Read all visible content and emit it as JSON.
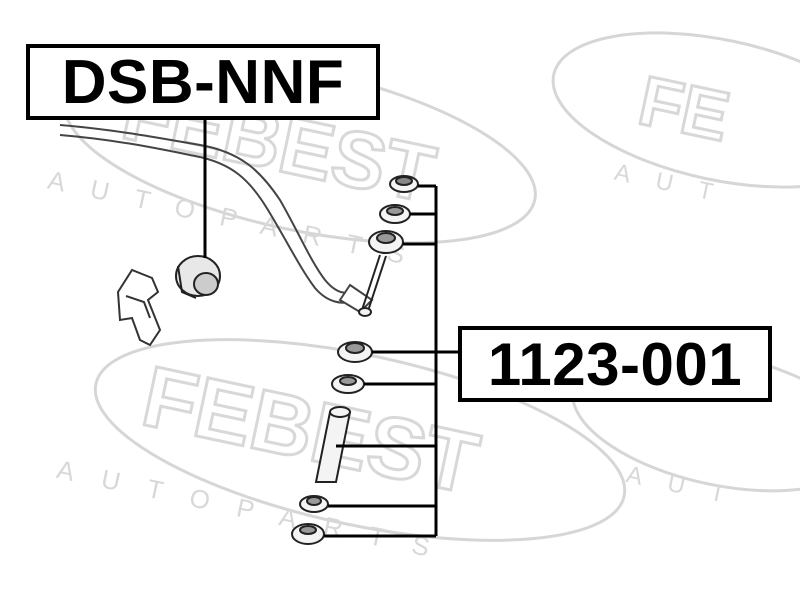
{
  "part_numbers": {
    "left_label": "DSB-NNF",
    "right_label": "1123-001"
  },
  "watermark": {
    "brand": "FEBEST",
    "sub": "AUTOPARTS",
    "color": "#d8d8d8"
  },
  "colors": {
    "line": "#000000",
    "drawing": "#333333"
  }
}
